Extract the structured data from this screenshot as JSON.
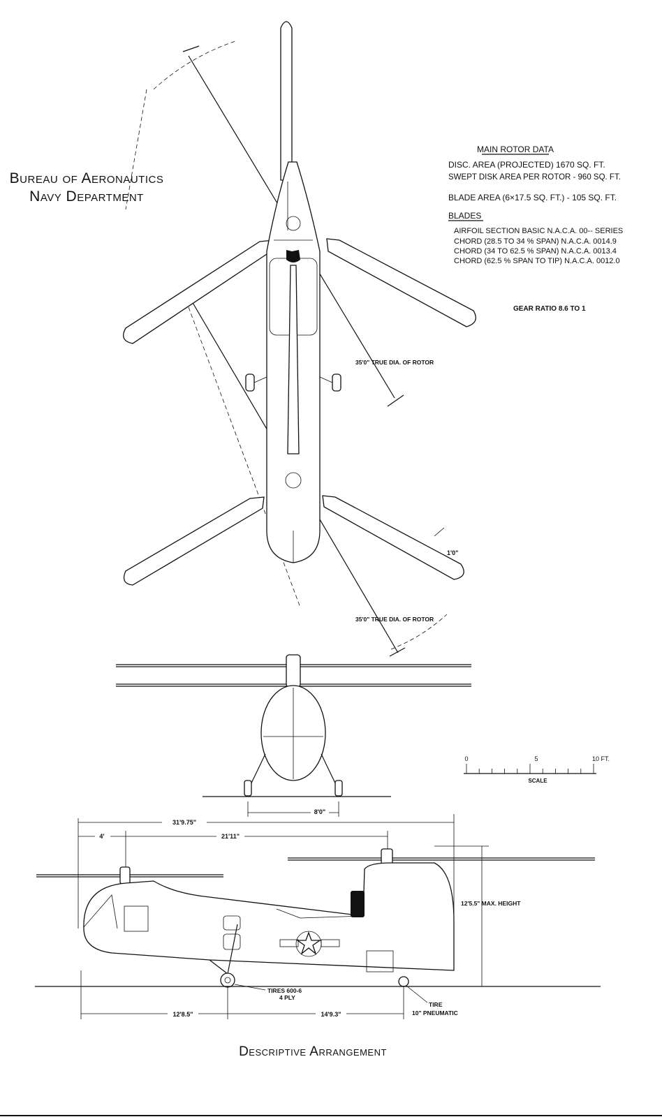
{
  "header": {
    "org_line1": "Bureau of Aeronautics",
    "org_line2": "Navy Department"
  },
  "rotor_data": {
    "title": "MAIN ROTOR DATA",
    "disc_area": "DISC. AREA (PROJECTED)  1670 SQ. FT.",
    "swept_area": "SWEPT DISK AREA PER ROTOR - 960 SQ. FT.",
    "blade_area": "BLADE AREA (6×17.5 SQ. FT.) - 105 SQ. FT.",
    "blades_title": "BLADES",
    "airfoil": "AIRFOIL SECTION BASIC N.A.C.A. 00-- SERIES",
    "chord1": "CHORD (28.5 TO 34 % SPAN) N.A.C.A. 0014.9",
    "chord2": "CHORD (34 TO 62.5 % SPAN) N.A.C.A. 0013.4",
    "chord3": "CHORD (62.5 % SPAN TO TIP) N.A.C.A. 0012.0",
    "gear_ratio": "GEAR RATIO 8.6 TO 1"
  },
  "top_view": {
    "dia_front": "35'0\" TRUE DIA. OF ROTOR",
    "dia_rear": "35'0\" TRUE DIA. OF ROTOR",
    "blade_chord": "1'0\""
  },
  "front_view": {
    "tread": "8'0\""
  },
  "scale": {
    "tick0": "0",
    "tick5": "5",
    "tick10": "10 FT.",
    "label": "SCALE"
  },
  "side_view": {
    "overall_length": "31'9.75\"",
    "nose_dim": "4'",
    "rotor_spacing": "21'11\"",
    "max_height": "12'5.5\" MAX. HEIGHT",
    "tires_main": "TIRES 600-6",
    "tires_ply": "4 PLY",
    "tire_tail_1": "TIRE",
    "tire_tail_2": "10\" PNEUMATIC",
    "dim_front": "12'8.5\"",
    "dim_rear": "14'9.3\""
  },
  "footer": {
    "caption": "Descriptive Arrangement"
  }
}
